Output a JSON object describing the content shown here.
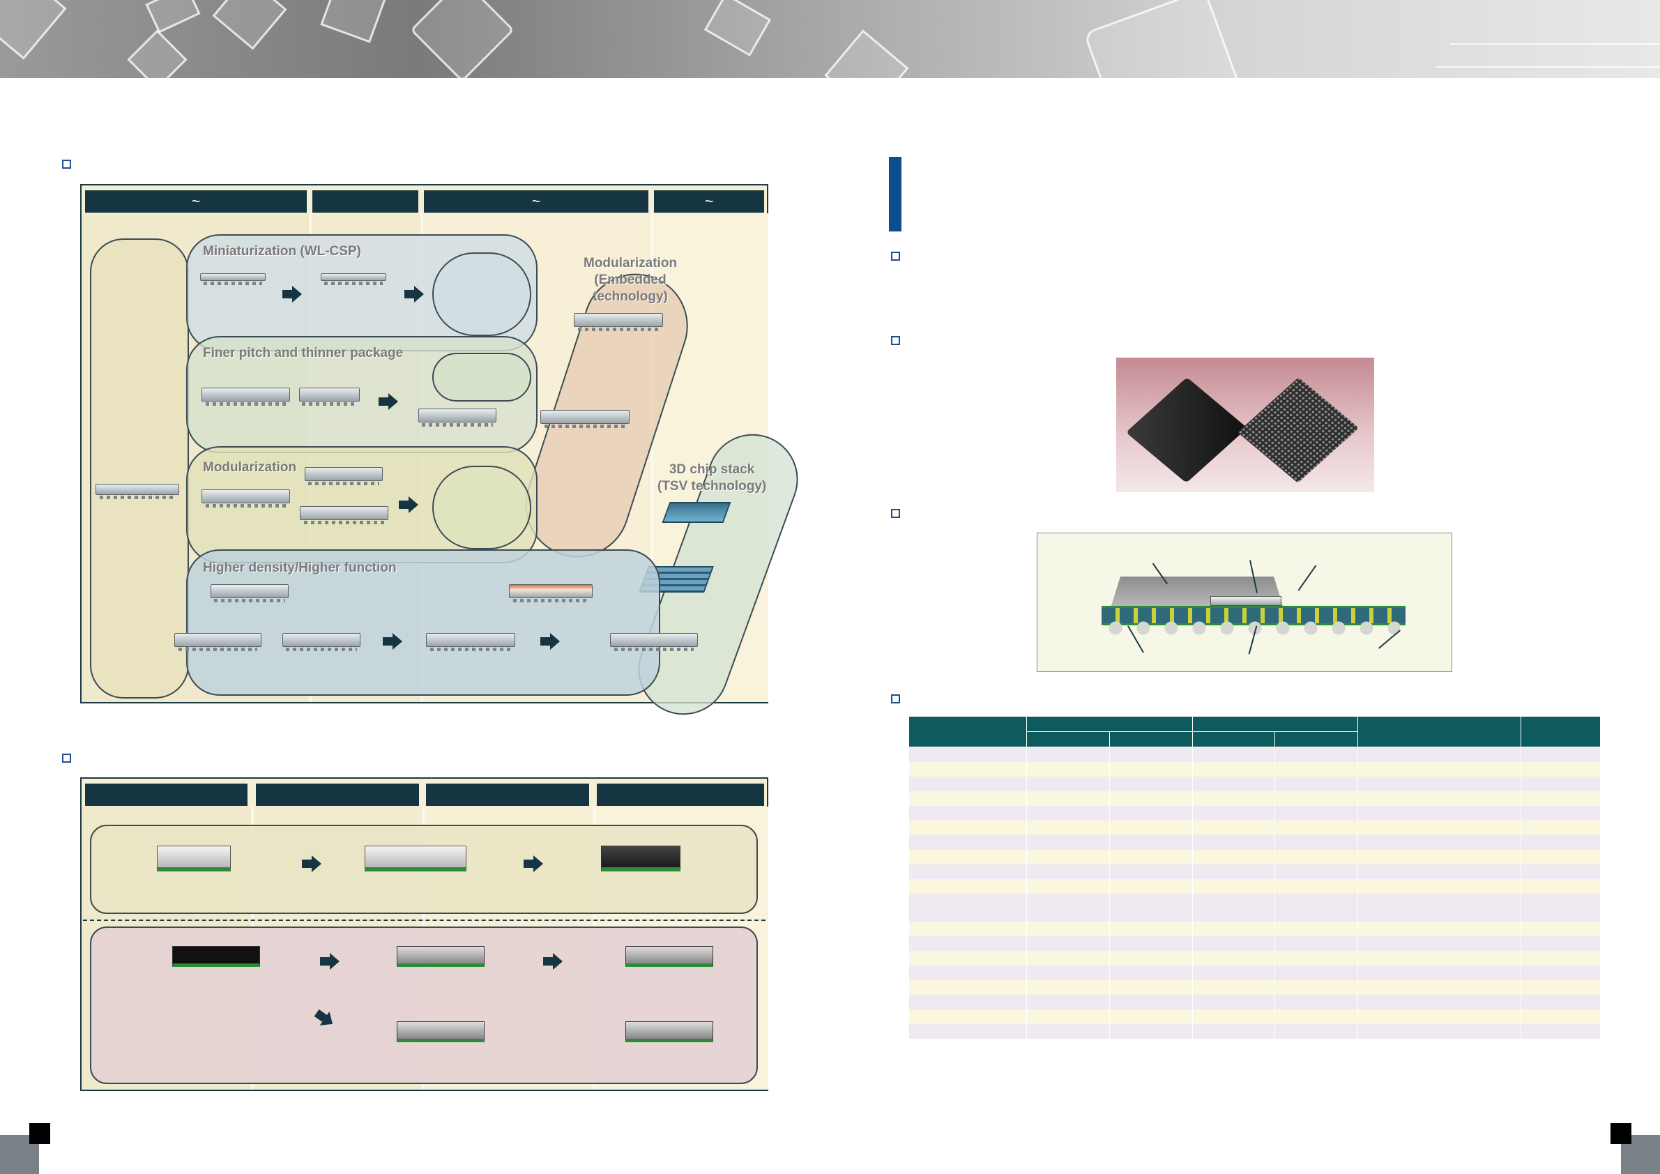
{
  "left_page": {
    "roadmap": {
      "period_headers": [
        "~",
        "",
        "~",
        "~"
      ],
      "bubbles": [
        {
          "label": "Miniaturization (WL-CSP)"
        },
        {
          "label": "Finer pitch and thinner package"
        },
        {
          "label": "Modularization"
        },
        {
          "label": "Higher density/Higher function"
        },
        {
          "label": "Modularization\n(Embedded\ntechnology)"
        },
        {
          "label": "3D chip stack\n(TSV technology)"
        }
      ]
    },
    "module_figure": {
      "column_headers": [
        "",
        "",
        "",
        ""
      ]
    }
  },
  "right_page": {
    "accent_color": "#0d4c8e",
    "spec_table": {
      "header_color": "#0e5b5e",
      "row_count": 19
    }
  }
}
